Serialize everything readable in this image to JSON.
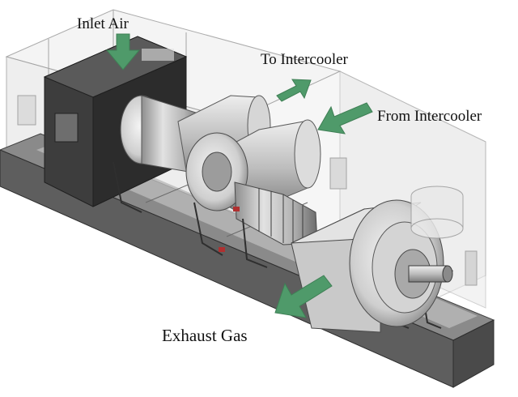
{
  "labels": {
    "inlet_air": "Inlet Air",
    "to_intercooler": "To Intercooler",
    "from_intercooler": "From Intercooler",
    "exhaust_gas": "Exhaust Gas"
  },
  "colors": {
    "arrow": "#4f9a6a",
    "arrow_edge": "#3f7f55",
    "frame": "#6f6f6f",
    "frame_dark": "#3a3a3a",
    "enclosure": "#e6e6e6",
    "enclosure_line": "#9a9a9a",
    "metal_light": "#d9d9d9",
    "metal_mid": "#a8a8a8",
    "metal_dark": "#5a5a5a",
    "accent_red": "#b03030"
  },
  "icons": {
    "inlet_arrow": "down-arrow-icon",
    "to_intercooler_arrow": "up-right-arrow-icon",
    "from_intercooler_arrow": "down-left-arrow-icon",
    "exhaust_arrow": "down-left-arrow-icon"
  }
}
